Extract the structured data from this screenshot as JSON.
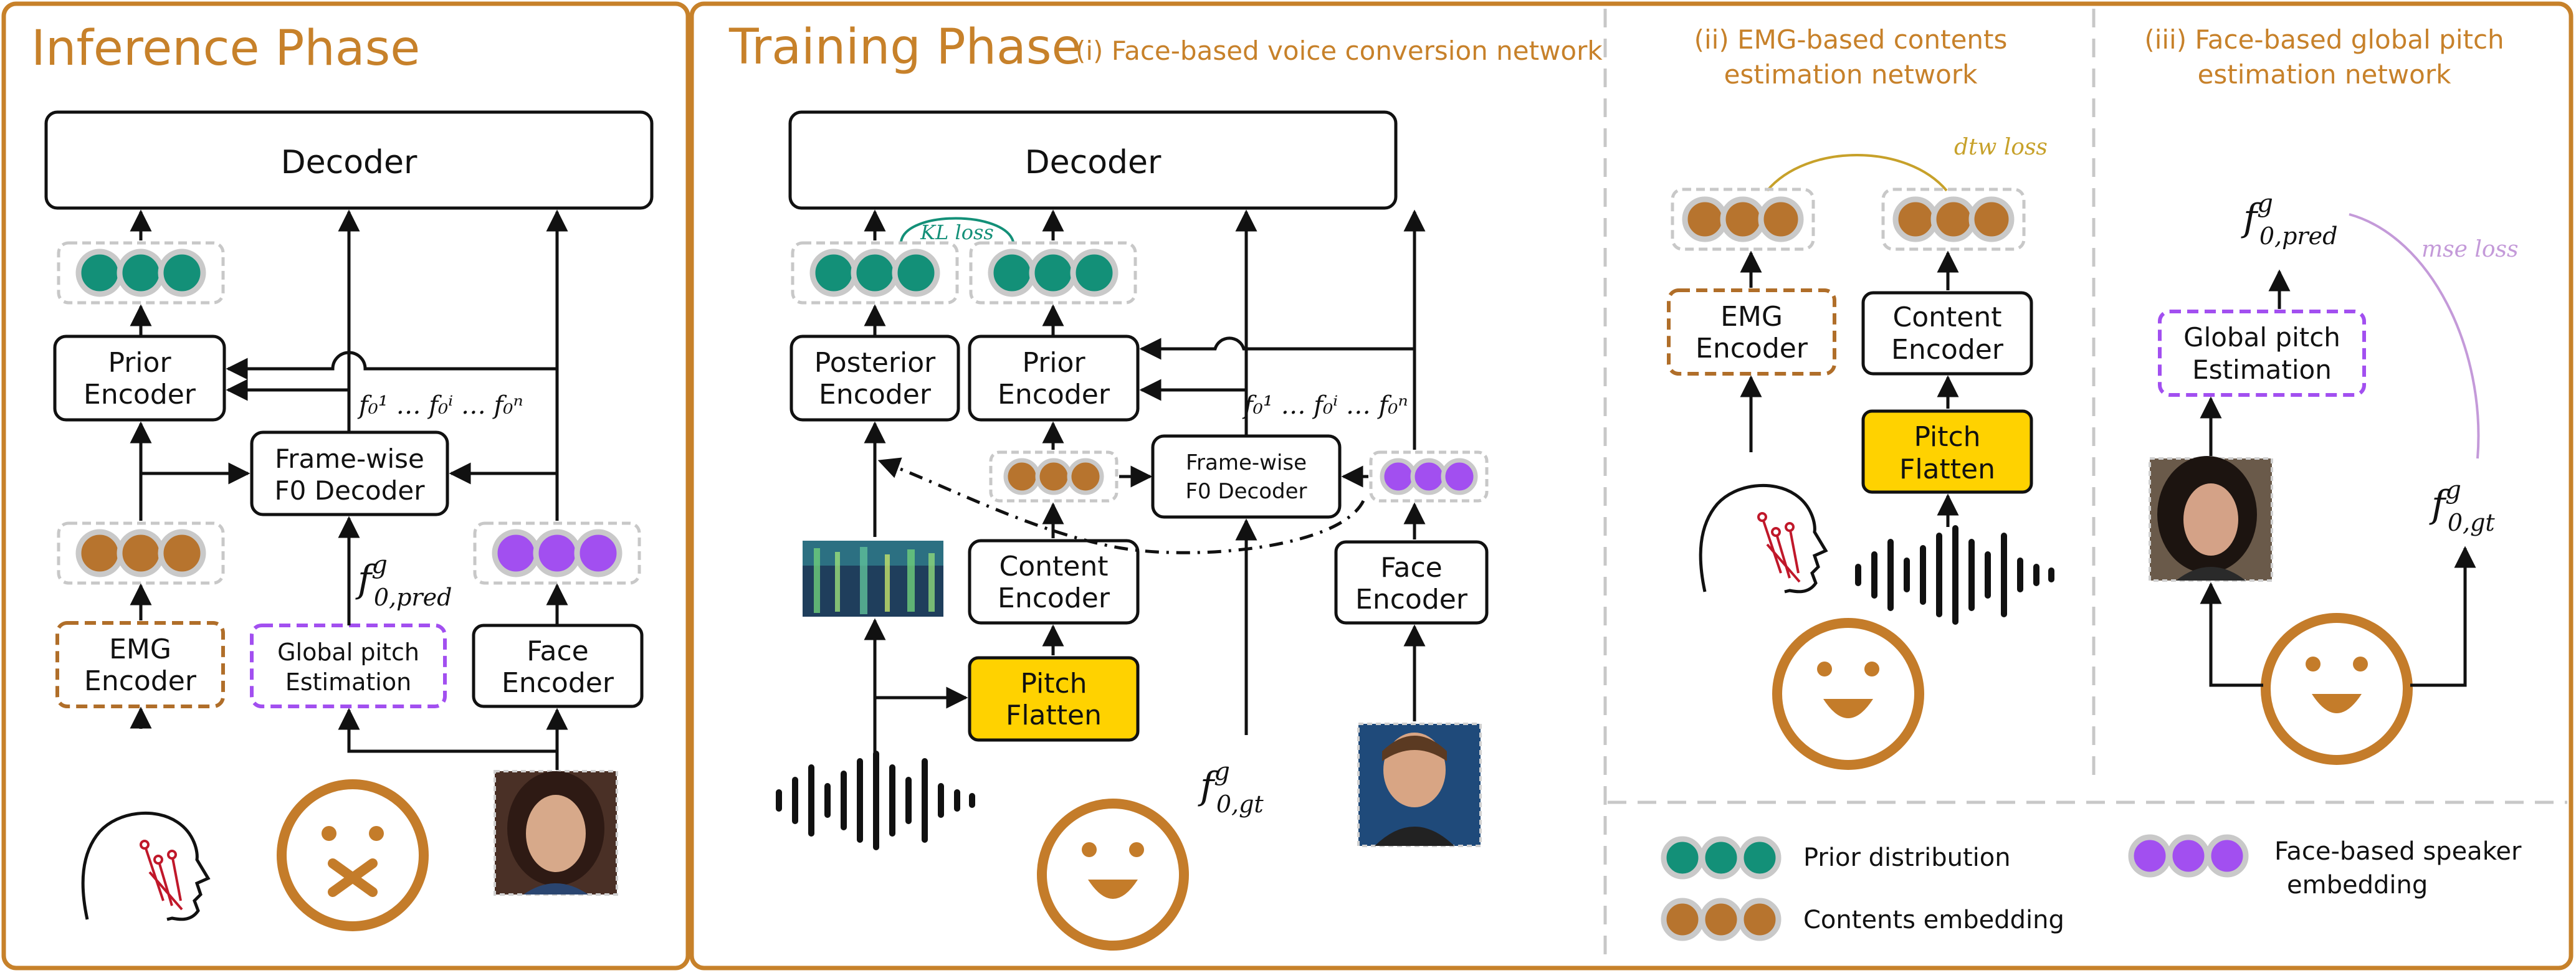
{
  "colors": {
    "panel_border": "#c7812a",
    "header": "#c7812a",
    "prior": "#139078",
    "content": "#b7742e",
    "face": "#a24ff0",
    "pitch_flatten_fill": "#ffd200",
    "dtw": "#c7a12a",
    "kl": "#139078",
    "mse": "#c49ad9",
    "emg_dash": "#b06e29",
    "pitch_dash": "#a24ff0"
  },
  "inference": {
    "title": "Inference Phase",
    "decoder": "Decoder",
    "prior_encoder": [
      "Prior",
      "Encoder"
    ],
    "frame_f0": [
      "Frame-wise",
      "F0 Decoder"
    ],
    "emg_encoder": [
      "EMG",
      "Encoder"
    ],
    "global_pitch": [
      "Global pitch",
      "Estimation"
    ],
    "face_encoder": [
      "Face",
      "Encoder"
    ],
    "f0_seq": "f₀¹ … f₀ⁱ … f₀ⁿ",
    "f0_pred_base": "f",
    "f0_pred_sup": "g",
    "f0_pred_sub": "0,pred"
  },
  "training": {
    "title": "Training Phase",
    "subtitle": "(i) Face-based voice conversion network",
    "decoder": "Decoder",
    "kl_loss": "KL loss",
    "posterior_encoder": [
      "Posterior",
      "Encoder"
    ],
    "prior_encoder": [
      "Prior",
      "Encoder"
    ],
    "frame_f0": [
      "Frame-wise",
      "F0 Decoder"
    ],
    "content_encoder": [
      "Content",
      "Encoder"
    ],
    "pitch_flatten": [
      "Pitch",
      "Flatten"
    ],
    "face_encoder": [
      "Face",
      "Encoder"
    ],
    "f0_seq": "f₀¹ … f₀ⁱ … f₀ⁿ",
    "f0_gt_base": "f",
    "f0_gt_sup": "g",
    "f0_gt_sub": "0,gt"
  },
  "emg_net": {
    "title": [
      "(ii) EMG-based contents",
      "estimation network"
    ],
    "dtw_loss": "dtw loss",
    "emg_encoder": [
      "EMG",
      "Encoder"
    ],
    "content_encoder": [
      "Content",
      "Encoder"
    ],
    "pitch_flatten": [
      "Pitch",
      "Flatten"
    ]
  },
  "pitch_net": {
    "title": [
      "(iii) Face-based global pitch",
      "estimation network"
    ],
    "mse_loss": "mse loss",
    "global_pitch": [
      "Global pitch",
      "Estimation"
    ],
    "f0_pred_base": "f",
    "f0_pred_sup": "g",
    "f0_pred_sub": "0,pred",
    "f0_gt_base": "f",
    "f0_gt_sup": "g",
    "f0_gt_sub": "0,gt"
  },
  "legend": {
    "prior": "Prior distribution",
    "content": "Contents embedding",
    "face": [
      "Face-based speaker",
      "embedding"
    ]
  }
}
